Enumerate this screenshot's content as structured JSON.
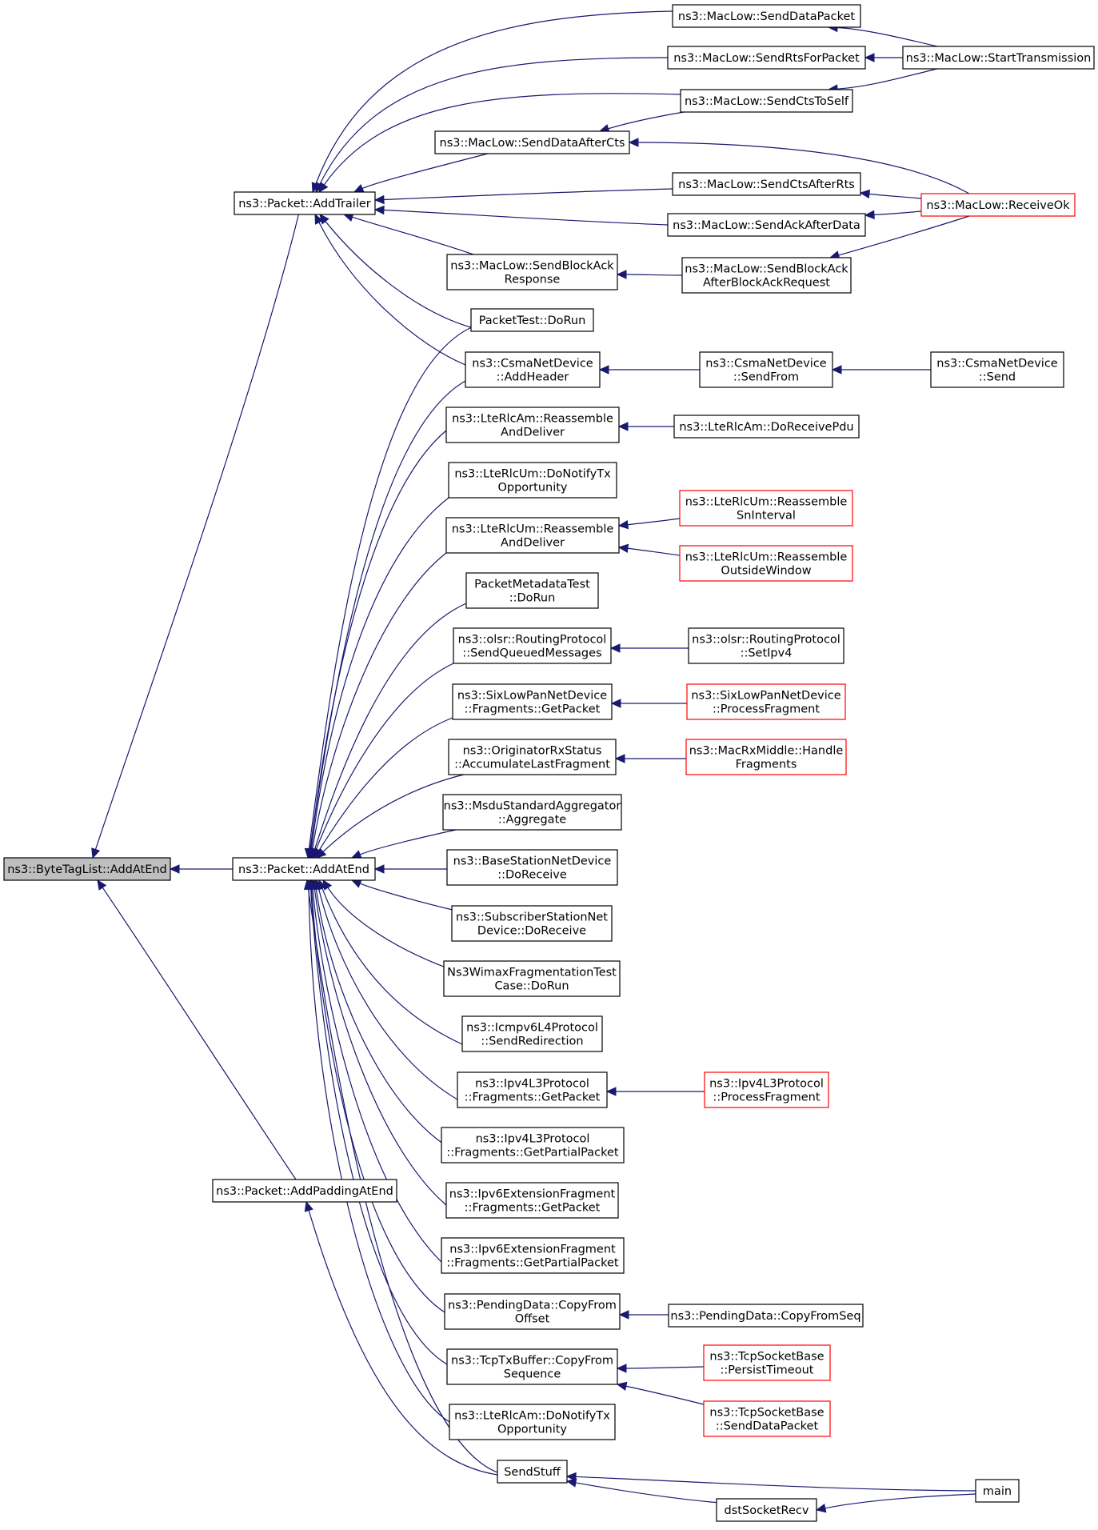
{
  "colors": {
    "edge": "#191970",
    "node_border": "#000000",
    "node_border_truncated": "#ff0000",
    "root_fill": "#bfbfbf",
    "background": "#ffffff"
  },
  "graph": {
    "nodes": [
      {
        "id": "root",
        "lines": [
          "ns3::ByteTagList::AddAtEnd"
        ],
        "style": "root"
      },
      {
        "id": "pkt_addtrailer",
        "lines": [
          "ns3::Packet::AddTrailer"
        ]
      },
      {
        "id": "pkt_addatend",
        "lines": [
          "ns3::Packet::AddAtEnd"
        ]
      },
      {
        "id": "pkt_addpaddingatend",
        "lines": [
          "ns3::Packet::AddPaddingAtEnd"
        ]
      },
      {
        "id": "senddatapacket",
        "lines": [
          "ns3::MacLow::SendDataPacket"
        ]
      },
      {
        "id": "sendrtsforpacket",
        "lines": [
          "ns3::MacLow::SendRtsForPacket"
        ]
      },
      {
        "id": "sendctstoself",
        "lines": [
          "ns3::MacLow::SendCtsToSelf"
        ]
      },
      {
        "id": "starttransmission",
        "lines": [
          "ns3::MacLow::StartTransmission"
        ]
      },
      {
        "id": "senddataafterrcts",
        "lines": [
          "ns3::MacLow::SendDataAfterCts"
        ]
      },
      {
        "id": "sendctsafterrts",
        "lines": [
          "ns3::MacLow::SendCtsAfterRts"
        ]
      },
      {
        "id": "sendackafterdata",
        "lines": [
          "ns3::MacLow::SendAckAfterData"
        ]
      },
      {
        "id": "receiveok",
        "lines": [
          "ns3::MacLow::ReceiveOk"
        ],
        "style": "red"
      },
      {
        "id": "sendblockackresponse",
        "lines": [
          "ns3::MacLow::SendBlockAck",
          "Response"
        ]
      },
      {
        "id": "sendblockackafter",
        "lines": [
          "ns3::MacLow::SendBlockAck",
          "AfterBlockAckRequest"
        ]
      },
      {
        "id": "packettest",
        "lines": [
          "PacketTest::DoRun"
        ]
      },
      {
        "id": "csma_addheader",
        "lines": [
          "ns3::CsmaNetDevice",
          "::AddHeader"
        ]
      },
      {
        "id": "csma_sendfrom",
        "lines": [
          "ns3::CsmaNetDevice",
          "::SendFrom"
        ]
      },
      {
        "id": "csma_send",
        "lines": [
          "ns3::CsmaNetDevice",
          "::Send"
        ]
      },
      {
        "id": "rlcam_reassemble",
        "lines": [
          "ns3::LteRlcAm::Reassemble",
          "AndDeliver"
        ]
      },
      {
        "id": "rlcam_doreceivepdu",
        "lines": [
          "ns3::LteRlcAm::DoReceivePdu"
        ]
      },
      {
        "id": "rlcum_donotify",
        "lines": [
          "ns3::LteRlcUm::DoNotifyTx",
          "Opportunity"
        ]
      },
      {
        "id": "rlcum_reassemble",
        "lines": [
          "ns3::LteRlcUm::Reassemble",
          "AndDeliver"
        ]
      },
      {
        "id": "rlcum_snint",
        "lines": [
          "ns3::LteRlcUm::Reassemble",
          "SnInterval"
        ],
        "style": "red"
      },
      {
        "id": "rlcum_outside",
        "lines": [
          "ns3::LteRlcUm::Reassemble",
          "OutsideWindow"
        ],
        "style": "red"
      },
      {
        "id": "pktmetadatatest",
        "lines": [
          "PacketMetadataTest",
          "::DoRun"
        ]
      },
      {
        "id": "olsr_sendqueued",
        "lines": [
          "ns3::olsr::RoutingProtocol",
          "::SendQueuedMessages"
        ]
      },
      {
        "id": "olsr_setipv4",
        "lines": [
          "ns3::olsr::RoutingProtocol",
          "::SetIpv4"
        ]
      },
      {
        "id": "sixlowpan_getpacket",
        "lines": [
          "ns3::SixLowPanNetDevice",
          "::Fragments::GetPacket"
        ]
      },
      {
        "id": "sixlowpan_process",
        "lines": [
          "ns3::SixLowPanNetDevice",
          "::ProcessFragment"
        ],
        "style": "red"
      },
      {
        "id": "originator_accum",
        "lines": [
          "ns3::OriginatorRxStatus",
          "::AccumulateLastFragment"
        ]
      },
      {
        "id": "macrxmiddle",
        "lines": [
          "ns3::MacRxMiddle::Handle",
          "Fragments"
        ],
        "style": "red"
      },
      {
        "id": "msdu_aggregate",
        "lines": [
          "ns3::MsduStandardAggregator",
          "::Aggregate"
        ]
      },
      {
        "id": "bs_doreceive",
        "lines": [
          "ns3::BaseStationNetDevice",
          "::DoReceive"
        ]
      },
      {
        "id": "ss_doreceive",
        "lines": [
          "ns3::SubscriberStationNet",
          "Device::DoReceive"
        ]
      },
      {
        "id": "wimaxfrag",
        "lines": [
          "Ns3WimaxFragmentationTest",
          "Case::DoRun"
        ]
      },
      {
        "id": "icmpv6_redirect",
        "lines": [
          "ns3::Icmpv6L4Protocol",
          "::SendRedirection"
        ]
      },
      {
        "id": "ipv4l3_getpacket",
        "lines": [
          "ns3::Ipv4L3Protocol",
          "::Fragments::GetPacket"
        ]
      },
      {
        "id": "ipv4l3_process",
        "lines": [
          "ns3::Ipv4L3Protocol",
          "::ProcessFragment"
        ],
        "style": "red"
      },
      {
        "id": "ipv4l3_getpartial",
        "lines": [
          "ns3::Ipv4L3Protocol",
          "::Fragments::GetPartialPacket"
        ]
      },
      {
        "id": "ipv6ext_getpacket",
        "lines": [
          "ns3::Ipv6ExtensionFragment",
          "::Fragments::GetPacket"
        ]
      },
      {
        "id": "ipv6ext_getpartial",
        "lines": [
          "ns3::Ipv6ExtensionFragment",
          "::Fragments::GetPartialPacket"
        ]
      },
      {
        "id": "pending_copyfromoffset",
        "lines": [
          "ns3::PendingData::CopyFrom",
          "Offset"
        ]
      },
      {
        "id": "pending_copyfromseq",
        "lines": [
          "ns3::PendingData::CopyFromSeq"
        ]
      },
      {
        "id": "tcptx_copyfromseq",
        "lines": [
          "ns3::TcpTxBuffer::CopyFrom",
          "Sequence"
        ]
      },
      {
        "id": "tcpsock_persist",
        "lines": [
          "ns3::TcpSocketBase",
          "::PersistTimeout"
        ],
        "style": "red"
      },
      {
        "id": "tcpsock_senddata",
        "lines": [
          "ns3::TcpSocketBase",
          "::SendDataPacket"
        ],
        "style": "red"
      },
      {
        "id": "rlcam_donotify",
        "lines": [
          "ns3::LteRlcAm::DoNotifyTx",
          "Opportunity"
        ]
      },
      {
        "id": "sendstuff",
        "lines": [
          "SendStuff"
        ]
      },
      {
        "id": "main",
        "lines": [
          "main"
        ]
      },
      {
        "id": "dstsocketrecv",
        "lines": [
          "dstSocketRecv"
        ]
      }
    ],
    "edges": [
      {
        "from": "pkt_addtrailer",
        "to": "root"
      },
      {
        "from": "pkt_addatend",
        "to": "root"
      },
      {
        "from": "pkt_addpaddingatend",
        "to": "root"
      },
      {
        "from": "senddatapacket",
        "to": "pkt_addtrailer"
      },
      {
        "from": "sendrtsforpacket",
        "to": "pkt_addtrailer"
      },
      {
        "from": "sendctstoself",
        "to": "pkt_addtrailer"
      },
      {
        "from": "senddataafterrcts",
        "to": "pkt_addtrailer"
      },
      {
        "from": "sendctsafterrts",
        "to": "pkt_addtrailer"
      },
      {
        "from": "sendackafterdata",
        "to": "pkt_addtrailer"
      },
      {
        "from": "sendblockackresponse",
        "to": "pkt_addtrailer"
      },
      {
        "from": "packettest",
        "to": "pkt_addtrailer"
      },
      {
        "from": "csma_addheader",
        "to": "pkt_addtrailer"
      },
      {
        "from": "starttransmission",
        "to": "senddatapacket"
      },
      {
        "from": "starttransmission",
        "to": "sendrtsforpacket"
      },
      {
        "from": "starttransmission",
        "to": "sendctstoself"
      },
      {
        "from": "sendctstoself",
        "to": "senddataafterrcts"
      },
      {
        "from": "receiveok",
        "to": "senddataafterrcts"
      },
      {
        "from": "receiveok",
        "to": "sendctsafterrts"
      },
      {
        "from": "receiveok",
        "to": "sendackafterdata"
      },
      {
        "from": "receiveok",
        "to": "sendblockackafter"
      },
      {
        "from": "sendblockackafter",
        "to": "sendblockackresponse"
      },
      {
        "from": "csma_sendfrom",
        "to": "csma_addheader"
      },
      {
        "from": "csma_send",
        "to": "csma_sendfrom"
      },
      {
        "from": "packettest",
        "to": "pkt_addatend"
      },
      {
        "from": "csma_addheader",
        "to": "pkt_addatend"
      },
      {
        "from": "rlcam_reassemble",
        "to": "pkt_addatend"
      },
      {
        "from": "rlcum_donotify",
        "to": "pkt_addatend"
      },
      {
        "from": "rlcum_reassemble",
        "to": "pkt_addatend"
      },
      {
        "from": "pktmetadatatest",
        "to": "pkt_addatend"
      },
      {
        "from": "olsr_sendqueued",
        "to": "pkt_addatend"
      },
      {
        "from": "sixlowpan_getpacket",
        "to": "pkt_addatend"
      },
      {
        "from": "originator_accum",
        "to": "pkt_addatend"
      },
      {
        "from": "msdu_aggregate",
        "to": "pkt_addatend"
      },
      {
        "from": "bs_doreceive",
        "to": "pkt_addatend"
      },
      {
        "from": "ss_doreceive",
        "to": "pkt_addatend"
      },
      {
        "from": "wimaxfrag",
        "to": "pkt_addatend"
      },
      {
        "from": "icmpv6_redirect",
        "to": "pkt_addatend"
      },
      {
        "from": "ipv4l3_getpacket",
        "to": "pkt_addatend"
      },
      {
        "from": "ipv4l3_getpartial",
        "to": "pkt_addatend"
      },
      {
        "from": "ipv6ext_getpacket",
        "to": "pkt_addatend"
      },
      {
        "from": "ipv6ext_getpartial",
        "to": "pkt_addatend"
      },
      {
        "from": "pending_copyfromoffset",
        "to": "pkt_addatend"
      },
      {
        "from": "tcptx_copyfromseq",
        "to": "pkt_addatend"
      },
      {
        "from": "rlcam_donotify",
        "to": "pkt_addatend"
      },
      {
        "from": "sendstuff",
        "to": "pkt_addatend"
      },
      {
        "from": "rlcam_doreceivepdu",
        "to": "rlcam_reassemble"
      },
      {
        "from": "rlcum_snint",
        "to": "rlcum_reassemble"
      },
      {
        "from": "rlcum_outside",
        "to": "rlcum_reassemble"
      },
      {
        "from": "olsr_setipv4",
        "to": "olsr_sendqueued"
      },
      {
        "from": "sixlowpan_process",
        "to": "sixlowpan_getpacket"
      },
      {
        "from": "macrxmiddle",
        "to": "originator_accum"
      },
      {
        "from": "ipv4l3_process",
        "to": "ipv4l3_getpacket"
      },
      {
        "from": "pending_copyfromseq",
        "to": "pending_copyfromoffset"
      },
      {
        "from": "tcpsock_persist",
        "to": "tcptx_copyfromseq"
      },
      {
        "from": "tcpsock_senddata",
        "to": "tcptx_copyfromseq"
      },
      {
        "from": "sendstuff",
        "to": "pkt_addpaddingatend"
      },
      {
        "from": "main",
        "to": "sendstuff"
      },
      {
        "from": "dstsocketrecv",
        "to": "sendstuff"
      },
      {
        "from": "main",
        "to": "dstsocketrecv"
      }
    ]
  }
}
